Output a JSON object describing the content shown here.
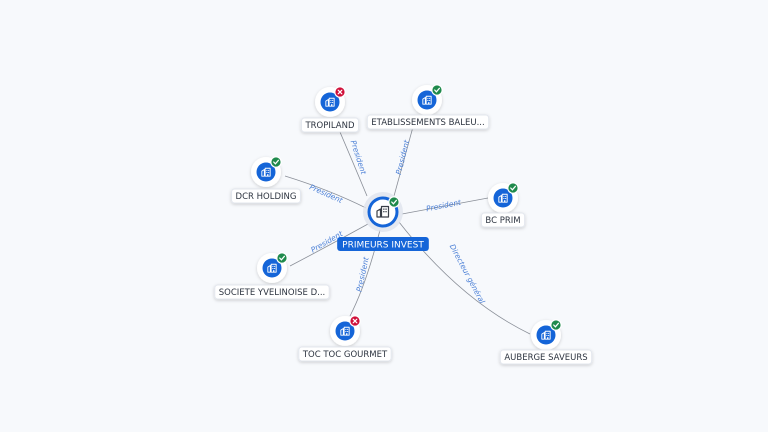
{
  "center": {
    "label": "PRIMEURS INVEST",
    "status": "active",
    "icon": "building-icon"
  },
  "nodes": [
    {
      "id": "tropiland",
      "label": "TROPILAND",
      "status": "inactive",
      "icon": "building-icon",
      "relation": "President"
    },
    {
      "id": "etablissements",
      "label": "ETABLISSEMENTS BALEU...",
      "status": "active",
      "icon": "building-icon",
      "relation": "President"
    },
    {
      "id": "dcr",
      "label": "DCR HOLDING",
      "status": "active",
      "icon": "building-icon",
      "relation": "President"
    },
    {
      "id": "bcprim",
      "label": "BC PRIM",
      "status": "active",
      "icon": "building-icon",
      "relation": "President"
    },
    {
      "id": "societe",
      "label": "SOCIETE YVELINOISE D...",
      "status": "active",
      "icon": "building-icon",
      "relation": "President"
    },
    {
      "id": "toctoc",
      "label": "TOC TOC GOURMET",
      "status": "inactive",
      "icon": "building-icon",
      "relation": "President"
    },
    {
      "id": "auberge",
      "label": "AUBERGE SAVEURS",
      "status": "active",
      "icon": "building-icon",
      "relation": "Directeur général"
    }
  ],
  "colors": {
    "primary": "#1565d8",
    "active": "#1f8a4c",
    "inactive": "#d0103a",
    "edge": "#8a8f98",
    "label": "#4a7fd6"
  }
}
